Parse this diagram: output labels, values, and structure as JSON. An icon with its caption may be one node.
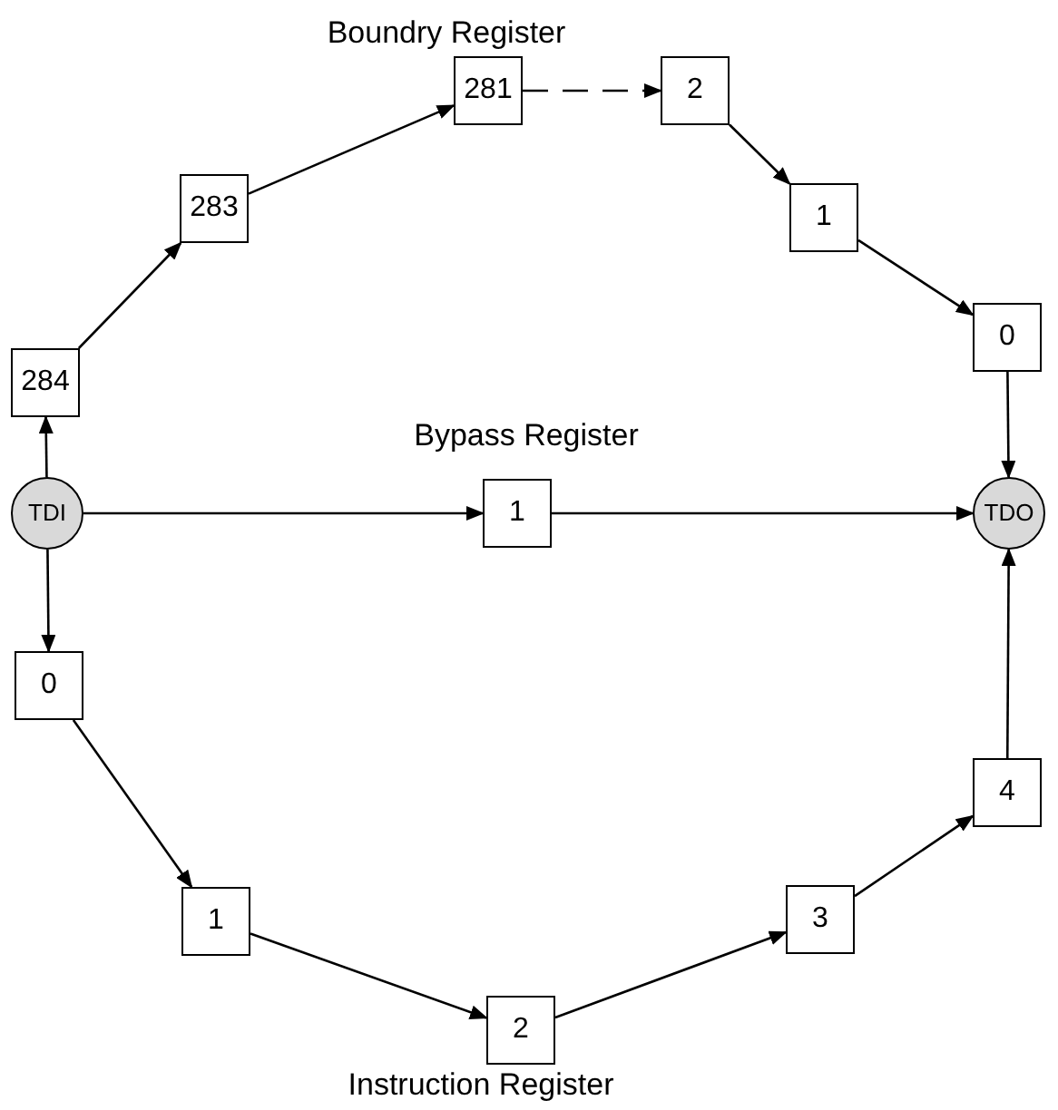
{
  "diagram": {
    "nodes": [
      {
        "text": [
          "TDI"
        ]
      },
      {
        "text": [
          "284"
        ]
      },
      {
        "text": [
          "283"
        ]
      },
      {
        "text": [
          "281"
        ]
      },
      {
        "text": [
          "2"
        ]
      },
      {
        "text": [
          "1"
        ]
      },
      {
        "text": [
          "0"
        ]
      },
      {
        "text": [
          "TDO"
        ]
      },
      {
        "text": [
          "1"
        ]
      },
      {
        "text": [
          "0"
        ]
      },
      {
        "text": [
          "1"
        ]
      },
      {
        "text": [
          "2"
        ]
      },
      {
        "text": [
          "3"
        ]
      },
      {
        "text": [
          "4"
        ]
      }
    ],
    "edges": [
      {
        "from": 0,
        "to": 1,
        "arrow": "to"
      },
      {
        "from": 1,
        "to": 2,
        "arrow": "to"
      },
      {
        "from": 2,
        "to": 3,
        "arrow": "to"
      },
      {
        "from": 3,
        "to": 4,
        "arrow": "to",
        "style": "dashed"
      },
      {
        "from": 4,
        "to": 5,
        "arrow": "to"
      },
      {
        "from": 5,
        "to": 6,
        "arrow": "to"
      },
      {
        "from": 6,
        "to": 7,
        "arrow": "to"
      },
      {
        "from": 0,
        "to": 8,
        "arrow": "to"
      },
      {
        "from": 8,
        "to": 7,
        "arrow": "to"
      },
      {
        "from": 0,
        "to": 9,
        "arrow": "to"
      },
      {
        "from": 9,
        "to": 10,
        "arrow": "to"
      },
      {
        "from": 10,
        "to": 11,
        "arrow": "to"
      },
      {
        "from": 11,
        "to": 12,
        "arrow": "to"
      },
      {
        "from": 12,
        "to": 13,
        "arrow": "to"
      },
      {
        "from": 13,
        "to": 7,
        "arrow": "to"
      }
    ],
    "labels": [
      "Boundry Register",
      "Bypass Register",
      "Instruction Register"
    ]
  }
}
